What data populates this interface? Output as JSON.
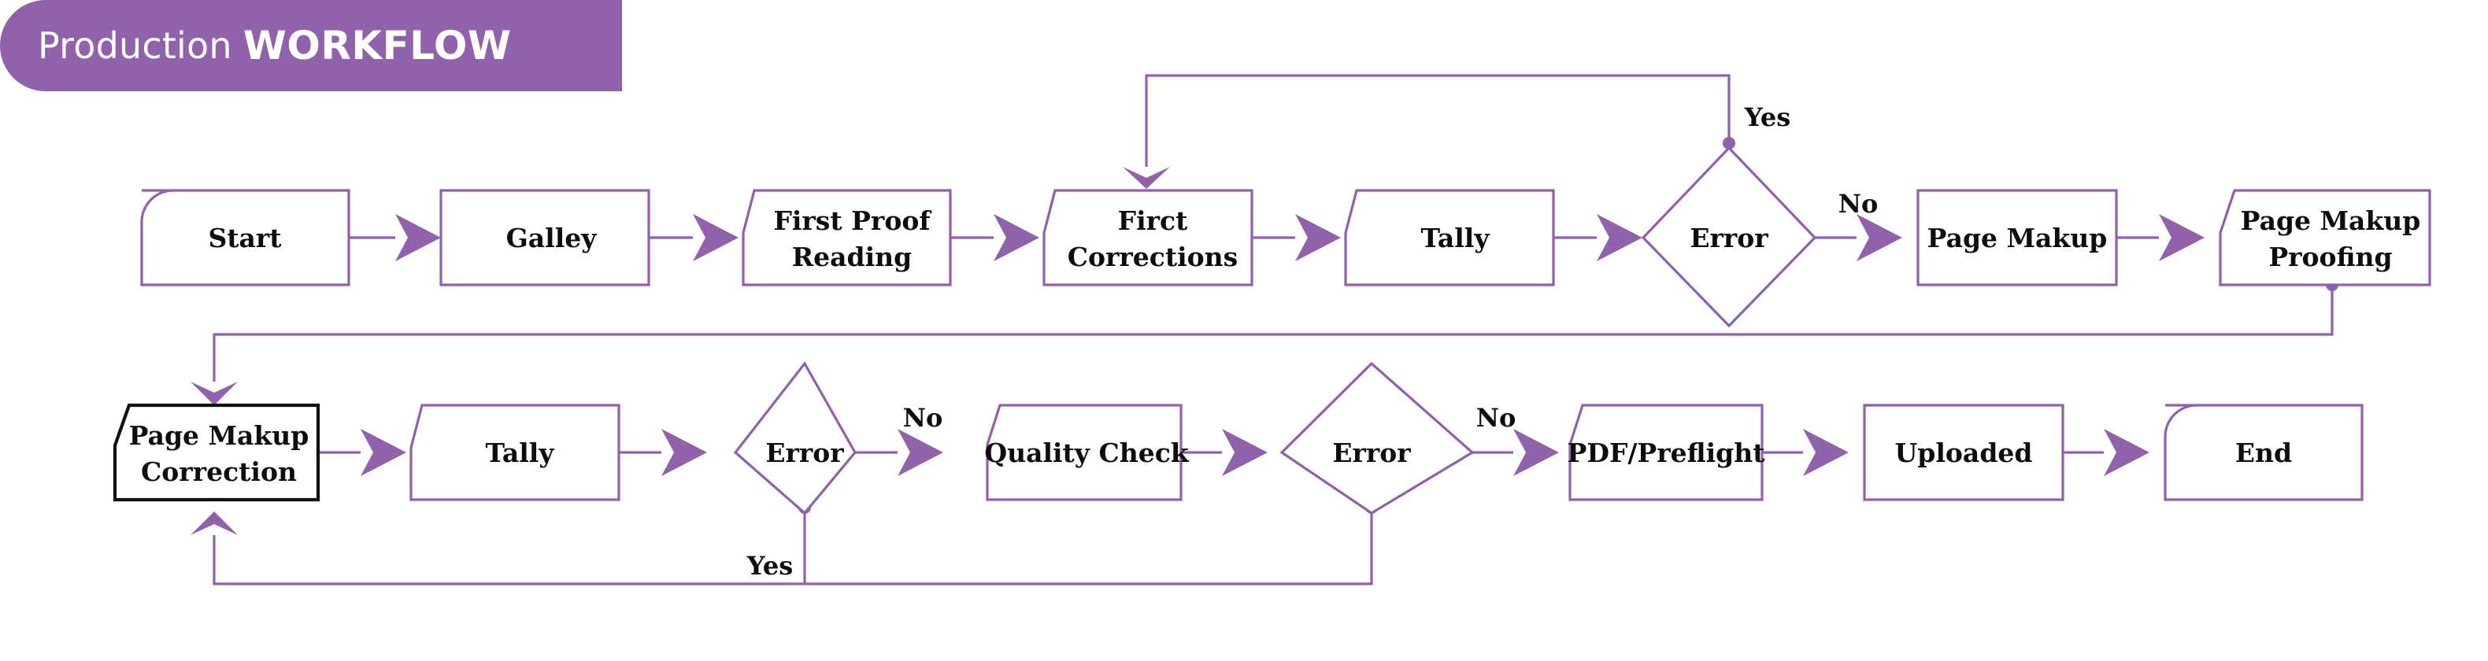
{
  "banner": {
    "title_regular": "Production",
    "title_bold": "WORKFLOW",
    "background_color": "#8F62AB",
    "text_color": "#FFFFFF"
  },
  "theme": {
    "accent_purple": "#9160AC",
    "arrow_purple": "#8F62AB",
    "selected_stroke": "#111111",
    "node_fill": "#FFFFFF",
    "page_background": "#FFFFFF",
    "label_text": "#0D0D0D"
  },
  "chart_data": {
    "type": "diagram",
    "title": "Production WORKFLOW",
    "nodes": [
      {
        "id": "start",
        "label": "Start",
        "shape": "rounded-left-rect",
        "row": 1,
        "order": 1,
        "selected": false
      },
      {
        "id": "galley",
        "label": "Galley",
        "shape": "chamfer-left-rect",
        "row": 1,
        "order": 2,
        "selected": false
      },
      {
        "id": "firstproof",
        "label": "First Proof Reading",
        "shape": "chamfer-left-rect",
        "row": 1,
        "order": 3,
        "selected": false
      },
      {
        "id": "firct",
        "label": "Firct Corrections",
        "shape": "chamfer-left-rect",
        "row": 1,
        "order": 4,
        "selected": false
      },
      {
        "id": "tally1",
        "label": "Tally",
        "shape": "chamfer-left-rect",
        "row": 1,
        "order": 5,
        "selected": false
      },
      {
        "id": "error1",
        "label": "Error",
        "shape": "diamond",
        "row": 1,
        "order": 6,
        "selected": false
      },
      {
        "id": "pagemakup",
        "label": "Page Makup",
        "shape": "rect",
        "row": 1,
        "order": 7,
        "selected": false
      },
      {
        "id": "proofing",
        "label": "Page Makup Proofing",
        "shape": "chamfer-left-rect",
        "row": 1,
        "order": 8,
        "selected": false
      },
      {
        "id": "correction",
        "label": "Page Makup Correction",
        "shape": "chamfer-left-rect",
        "row": 2,
        "order": 1,
        "selected": true
      },
      {
        "id": "tally2",
        "label": "Tally",
        "shape": "chamfer-left-rect",
        "row": 2,
        "order": 2,
        "selected": false
      },
      {
        "id": "error2",
        "label": "Error",
        "shape": "diamond",
        "row": 2,
        "order": 3,
        "selected": false
      },
      {
        "id": "quality",
        "label": "Quality Check",
        "shape": "chamfer-left-rect",
        "row": 2,
        "order": 4,
        "selected": false
      },
      {
        "id": "error3",
        "label": "Error",
        "shape": "diamond",
        "row": 2,
        "order": 5,
        "selected": false
      },
      {
        "id": "pdf",
        "label": "PDF/Preflight",
        "shape": "chamfer-left-rect",
        "row": 2,
        "order": 6,
        "selected": false
      },
      {
        "id": "uploaded",
        "label": "Uploaded",
        "shape": "rect",
        "row": 2,
        "order": 7,
        "selected": false
      },
      {
        "id": "end",
        "label": "End",
        "shape": "rounded-left-rect",
        "row": 2,
        "order": 8,
        "selected": false
      }
    ],
    "edges": [
      {
        "from": "start",
        "to": "galley",
        "label": ""
      },
      {
        "from": "galley",
        "to": "firstproof",
        "label": ""
      },
      {
        "from": "firstproof",
        "to": "firct",
        "label": ""
      },
      {
        "from": "firct",
        "to": "tally1",
        "label": ""
      },
      {
        "from": "tally1",
        "to": "error1",
        "label": ""
      },
      {
        "from": "error1",
        "to": "pagemakup",
        "label": "No"
      },
      {
        "from": "error1",
        "to": "firct",
        "label": "Yes"
      },
      {
        "from": "pagemakup",
        "to": "proofing",
        "label": ""
      },
      {
        "from": "proofing",
        "to": "correction",
        "label": ""
      },
      {
        "from": "correction",
        "to": "tally2",
        "label": ""
      },
      {
        "from": "tally2",
        "to": "error2",
        "label": ""
      },
      {
        "from": "error2",
        "to": "quality",
        "label": "No"
      },
      {
        "from": "error2",
        "to": "correction",
        "label": "Yes"
      },
      {
        "from": "quality",
        "to": "error3",
        "label": ""
      },
      {
        "from": "error3",
        "to": "pdf",
        "label": "No"
      },
      {
        "from": "error3",
        "to": "correction",
        "label": ""
      },
      {
        "from": "pdf",
        "to": "uploaded",
        "label": ""
      },
      {
        "from": "uploaded",
        "to": "end",
        "label": ""
      }
    ],
    "edge_labels": {
      "yes_top": "Yes",
      "no_top": "No",
      "no_mid_left": "No",
      "yes_bottom": "Yes",
      "no_mid_right": "No"
    },
    "node_labels_multiline": {
      "firstproof": [
        "First Proof",
        "Reading"
      ],
      "firct": [
        "Firct",
        "Corrections"
      ],
      "proofing": [
        "Page Makup",
        "Proofing"
      ],
      "correction": [
        "Page Makup",
        "Correction"
      ]
    }
  }
}
